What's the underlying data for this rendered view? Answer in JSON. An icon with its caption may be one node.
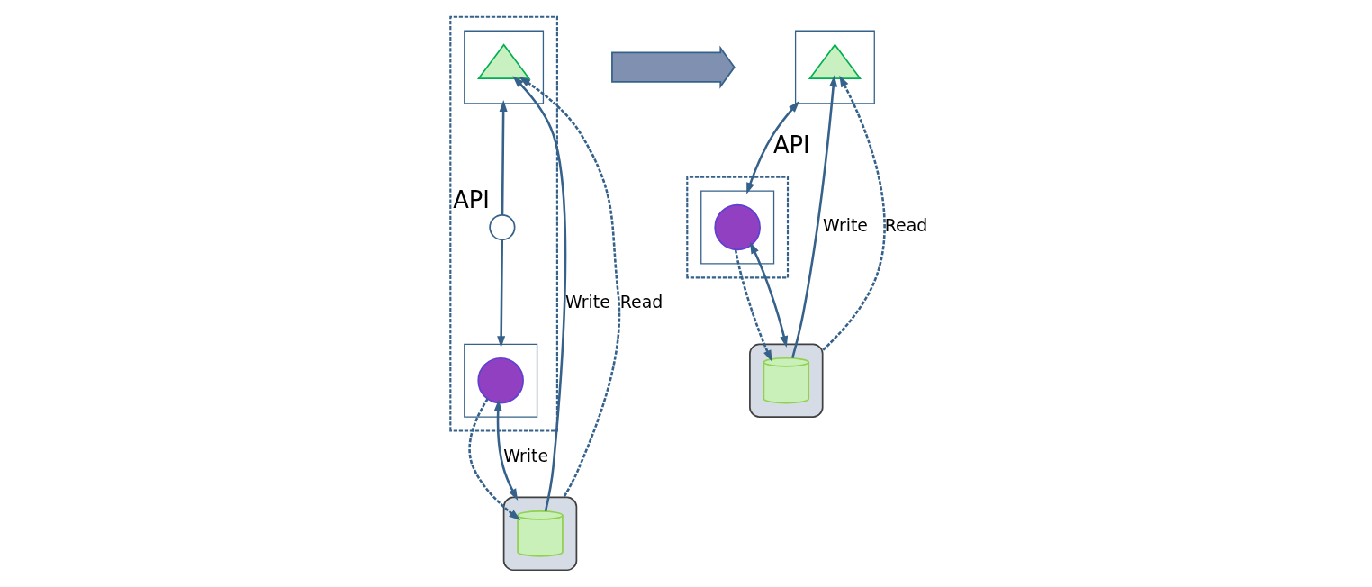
{
  "diagram": {
    "nodes": [
      {
        "text": [],
        "shape": "box"
      },
      {
        "text": [],
        "shape": "hexagon",
        "in": 0
      },
      {
        "text": [],
        "shape": "triangle",
        "in": 1
      },
      {
        "text": [],
        "shape": "circle",
        "in": 0,
        "beside": [
          "API"
        ]
      },
      {
        "text": [],
        "shape": "hexagon",
        "in": 0
      },
      {
        "text": [],
        "shape": "circle",
        "in": 4
      },
      {
        "text": [],
        "shape": "cylinder"
      },
      {
        "text": [],
        "shape": "cylinder",
        "in": 6
      },
      {
        "text": [],
        "shape": "arrow"
      },
      {
        "text": [],
        "shape": "hexagon"
      },
      {
        "text": [],
        "shape": "triangle",
        "in": 9
      },
      {
        "text": [],
        "shape": "box"
      },
      {
        "text": [],
        "shape": "hexagon",
        "in": 11
      },
      {
        "text": [],
        "shape": "circle",
        "in": 12
      },
      {
        "text": [],
        "shape": "cylinder"
      },
      {
        "text": [],
        "shape": "cylinder",
        "in": 14
      }
    ],
    "edges": [
      {
        "from": 3,
        "to": 1,
        "arrow": "to"
      },
      {
        "from": 3,
        "to": 4,
        "arrow": "to"
      },
      {
        "from": 7,
        "to": 2,
        "arrow": "to",
        "label": "Write"
      },
      {
        "from": 6,
        "to": 2,
        "arrow": "to",
        "style": "dashed",
        "label": "Read"
      },
      {
        "from": 5,
        "to": 7,
        "arrow": "to",
        "style": "dashed"
      },
      {
        "from": 5,
        "to": 6,
        "arrow": "both",
        "label": "Write"
      },
      {
        "from": 9,
        "to": 12,
        "arrow": "both",
        "label": "API"
      },
      {
        "from": 15,
        "to": 10,
        "arrow": "to",
        "label": "Write"
      },
      {
        "from": 14,
        "to": 10,
        "arrow": "to",
        "style": "dashed",
        "label": "Read"
      },
      {
        "from": 13,
        "to": 15,
        "arrow": "to",
        "style": "dashed"
      },
      {
        "from": 13,
        "to": 14,
        "arrow": "both"
      }
    ]
  }
}
